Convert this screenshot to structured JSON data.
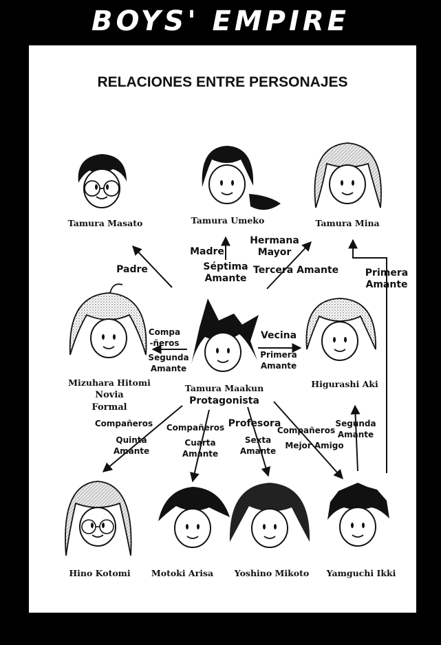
{
  "banner": {
    "title": "BOYS' EMPIRE"
  },
  "heading": "RELACIONES ENTRE PERSONAJES",
  "characters": {
    "masato": "Tamura Masato",
    "umeko": "Tamura Umeko",
    "mina": "Tamura Mina",
    "hitomi": "Mizuhara Hitomi",
    "hitomi_role_1": "Novia",
    "hitomi_role_2": "Formal",
    "maakun": "Tamura Maakun",
    "maakun_role": "Protagonista",
    "aki": "Higurashi Aki",
    "kotomi": "Hino Kotomi",
    "arisa": "Motoki Arisa",
    "mikoto": "Yoshino Mikoto",
    "ikki": "Yamguchi Ikki"
  },
  "relations": {
    "padre": "Padre",
    "madre": "Madre",
    "septima_1": "Séptima",
    "septima_2": "Amante",
    "hermana_1": "Hermana",
    "hermana_2": "Mayor",
    "tercera": "Tercera Amante",
    "primera_mina_1": "Primera",
    "primera_mina_2": "Amante",
    "compa_1": "Compa",
    "compa_2": "-ñeros",
    "segunda_hitomi_1": "Segunda",
    "segunda_hitomi_2": "Amante",
    "vecina": "Vecina",
    "primera_aki_1": "Primera",
    "primera_aki_2": "Amante",
    "companeros_kotomi": "Compañeros",
    "quinta_1": "Quinta",
    "quinta_2": "Amante",
    "companeros_arisa": "Compañeros",
    "cuarta_1": "Cuarta",
    "cuarta_2": "Amante",
    "profesora": "Profesora",
    "sexta_1": "Sexta",
    "sexta_2": "Amante",
    "companeros_ikki": "Compañeros",
    "mejor_amigo": "Mejor Amigo",
    "segunda_aki_1": "Segunda",
    "segunda_aki_2": "Amante"
  },
  "colors": {
    "background": "#000000",
    "panel": "#ffffff",
    "ink": "#111111"
  }
}
